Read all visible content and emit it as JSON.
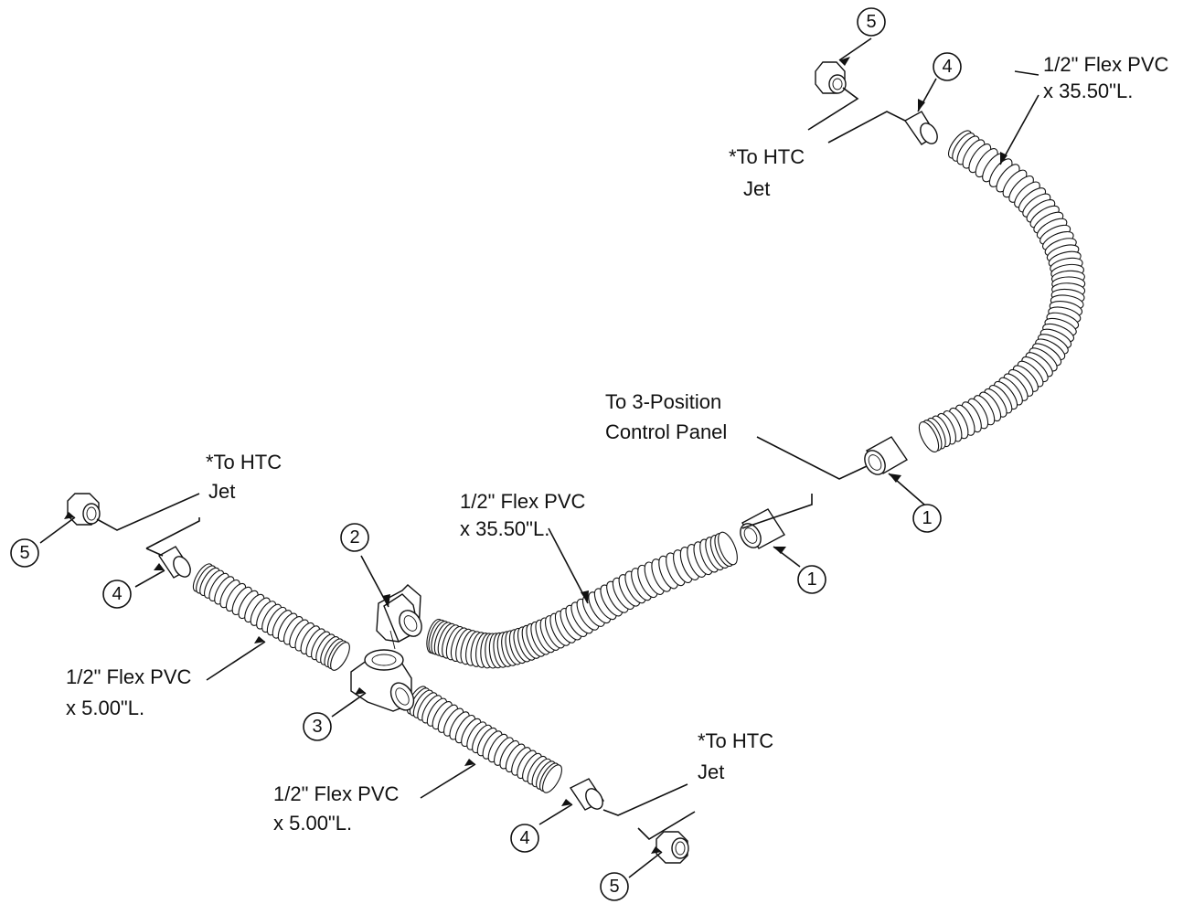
{
  "labels": {
    "top_htc_line1": "*To HTC",
    "top_htc_line2": "Jet",
    "left_htc_line1": "*To HTC",
    "left_htc_line2": "Jet",
    "bottom_htc_line1": "*To HTC",
    "bottom_htc_line2": "Jet",
    "control_panel_line1": "To 3-Position",
    "control_panel_line2": "Control Panel",
    "long_hose_top_line1": "1/2\" Flex PVC",
    "long_hose_top_line2": "x 35.50\"L.",
    "long_hose_mid_line1": "1/2\" Flex PVC",
    "long_hose_mid_line2": "x 35.50\"L.",
    "short_hose_upper_line1": "1/2\" Flex PVC",
    "short_hose_upper_line2": "x 5.00\"L.",
    "short_hose_lower_line1": "1/2\" Flex PVC",
    "short_hose_lower_line2": "x 5.00\"L."
  },
  "callouts": {
    "top_cap": "5",
    "top_coupling": "4",
    "right_coupling": "1",
    "mid_coupling": "1",
    "elbow": "2",
    "tee": "3",
    "left_cap": "5",
    "left_coupling": "4",
    "bottom_coupling": "4",
    "bottom_cap": "5"
  },
  "colors": {
    "line": "#111111",
    "background": "#ffffff"
  }
}
